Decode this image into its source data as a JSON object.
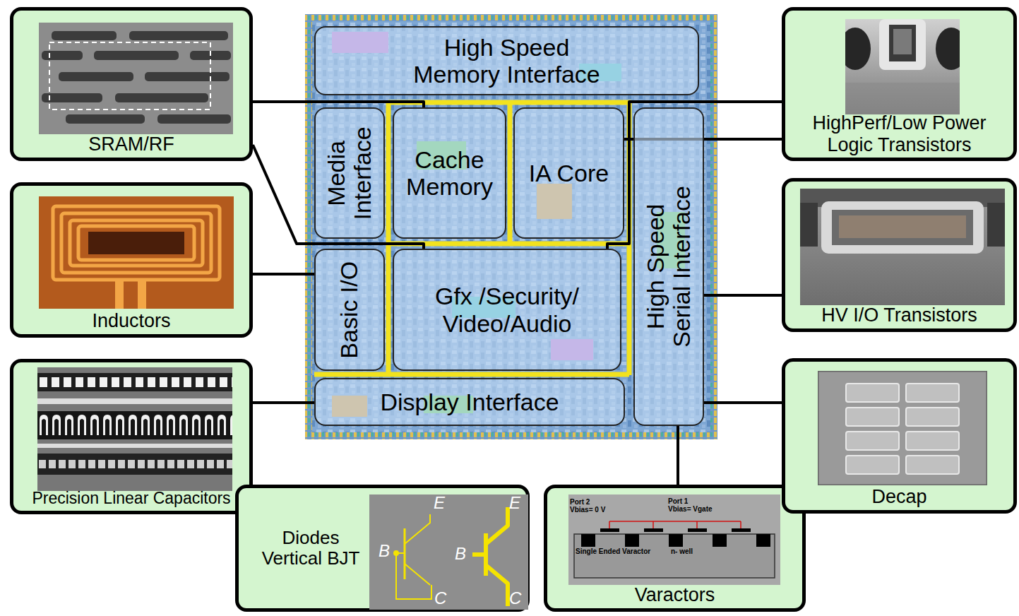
{
  "diagram": {
    "nodes": [
      {
        "text": [
          "SRAM/RF"
        ]
      },
      {
        "text": [
          "High Speed Memory Interface"
        ]
      },
      {
        "text": [
          "HighPerf/Low Power Logic Transistors"
        ]
      },
      {
        "text": [
          "Media Interface"
        ]
      },
      {
        "text": [
          "Cache Memory"
        ]
      },
      {
        "text": [
          "IA Core"
        ]
      },
      {
        "text": [
          "High Speed Serial Interface"
        ]
      },
      {
        "text": [
          "Inductors"
        ]
      },
      {
        "text": [
          "Basic I/O"
        ]
      },
      {
        "text": [
          "Gfx /Security/ Video/Audio"
        ]
      },
      {
        "text": [
          "HV I/O Transistors"
        ]
      },
      {
        "text": [
          "Display Interface"
        ]
      },
      {
        "text": [
          "Precision Linear Capacitors"
        ]
      },
      {
        "text": [
          "Decap"
        ]
      },
      {
        "text": [
          "Diodes Vertical BJT"
        ]
      },
      {
        "text": [
          "Varactors"
        ]
      }
    ],
    "edges": [
      {
        "from": 0,
        "to": 4,
        "arrow": "none"
      },
      {
        "from": 0,
        "to": 9,
        "arrow": "none"
      },
      {
        "from": 2,
        "to": 5,
        "arrow": "none"
      },
      {
        "from": 2,
        "to": 9,
        "arrow": "none"
      },
      {
        "from": 7,
        "to": 8,
        "arrow": "none"
      },
      {
        "from": 10,
        "to": 6,
        "arrow": "none"
      },
      {
        "from": 12,
        "to": 11,
        "arrow": "none"
      },
      {
        "from": 13,
        "to": 6,
        "arrow": "none"
      },
      {
        "from": 15,
        "to": 6,
        "arrow": "none"
      }
    ],
    "labels": [
      "E",
      "B",
      "C",
      "E",
      "B",
      "C",
      "Port 2",
      "Vbias= 0 V",
      "Port 1",
      "Vbias= Vgate",
      "Single Ended Varactor",
      "n- well"
    ]
  }
}
